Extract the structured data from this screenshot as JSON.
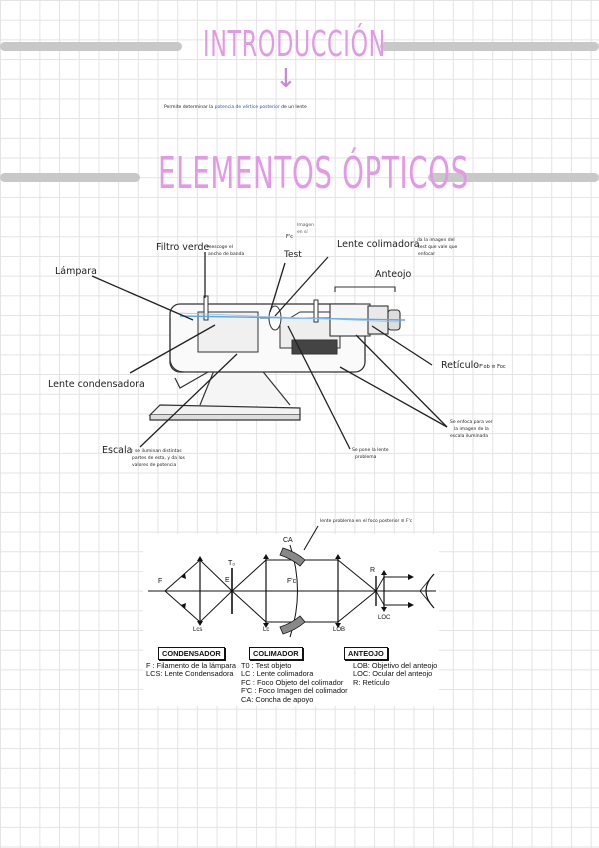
{
  "intro": {
    "title": "INTRODUCCIÓN",
    "arrow": "↓",
    "text_a": "Permite determinar la",
    "text_b": "potencia de vértice posterior",
    "text_c": "de un lente"
  },
  "optics": {
    "title": "ELEMENTOS ÓPTICOS"
  },
  "instrument": {
    "filtro_verde": "Filtro verde",
    "filtro_verde_note_1": ": reescoge el",
    "filtro_verde_note_2": "ancho de banda",
    "test_note_1": "Imagen",
    "test_note_2": "en sí",
    "test_focus": "F'c",
    "test": "Test",
    "lente_colimadora": "Lente colimadora",
    "lente_colimadora_note_1": ": da la imagen del",
    "lente_colimadora_note_2": "test que vale que",
    "lente_colimadora_note_3": "enfocar",
    "anteojo": "Anteojo",
    "lampara": "Lámpara",
    "lente_condensadora": "Lente condensadora",
    "reticulo": "Retículo",
    "reticulo_note": ": F'ob ≡ Foc",
    "escala": "Escala",
    "escala_note_1": ": se iluminan distintas",
    "escala_note_2": "partes de esta, y da los",
    "escala_note_3": "valores de potencia",
    "pone_lente_1": "Se pone la lente",
    "pone_lente_2": "problema",
    "enfoca_1": "Se enfoca para ver",
    "enfoca_2": "la imagen de la",
    "enfoca_3": "escala iluminada"
  },
  "diagram": {
    "annotation": "lente problema en el foco posterior ≡ F'c",
    "labels": {
      "CA": "CA",
      "T0": "T₀",
      "F1": "F",
      "E": "E",
      "Fc_prime": "F'c",
      "R": "R",
      "Lcs": "Lcs",
      "Lc": "Lc",
      "Lob": "LOB",
      "Loc": "LOC"
    },
    "boxes": {
      "condensador": "CONDENSADOR",
      "colimador": "COLIMADOR",
      "anteojo": "ANTEOJO"
    },
    "legend_col1": [
      "F  : Filamento de la lámpara",
      "LCS: Lente Condensadora"
    ],
    "legend_col2": [
      "T0 : Test objeto",
      "LC : Lente colimadora",
      "FC : Foco Objeto del colimador",
      "F'C : Foco Imagen del colimador",
      "CA: Concha de apoyo"
    ],
    "legend_col3": [
      "LOB: Objetivo del anteojo",
      "LOC: Ocular del anteojo",
      "R: Retículo"
    ]
  },
  "colors": {
    "title_pink": "#e29ae6",
    "bar_gray": "#c8c8c8",
    "beam_blue": "#5fa7e8"
  }
}
